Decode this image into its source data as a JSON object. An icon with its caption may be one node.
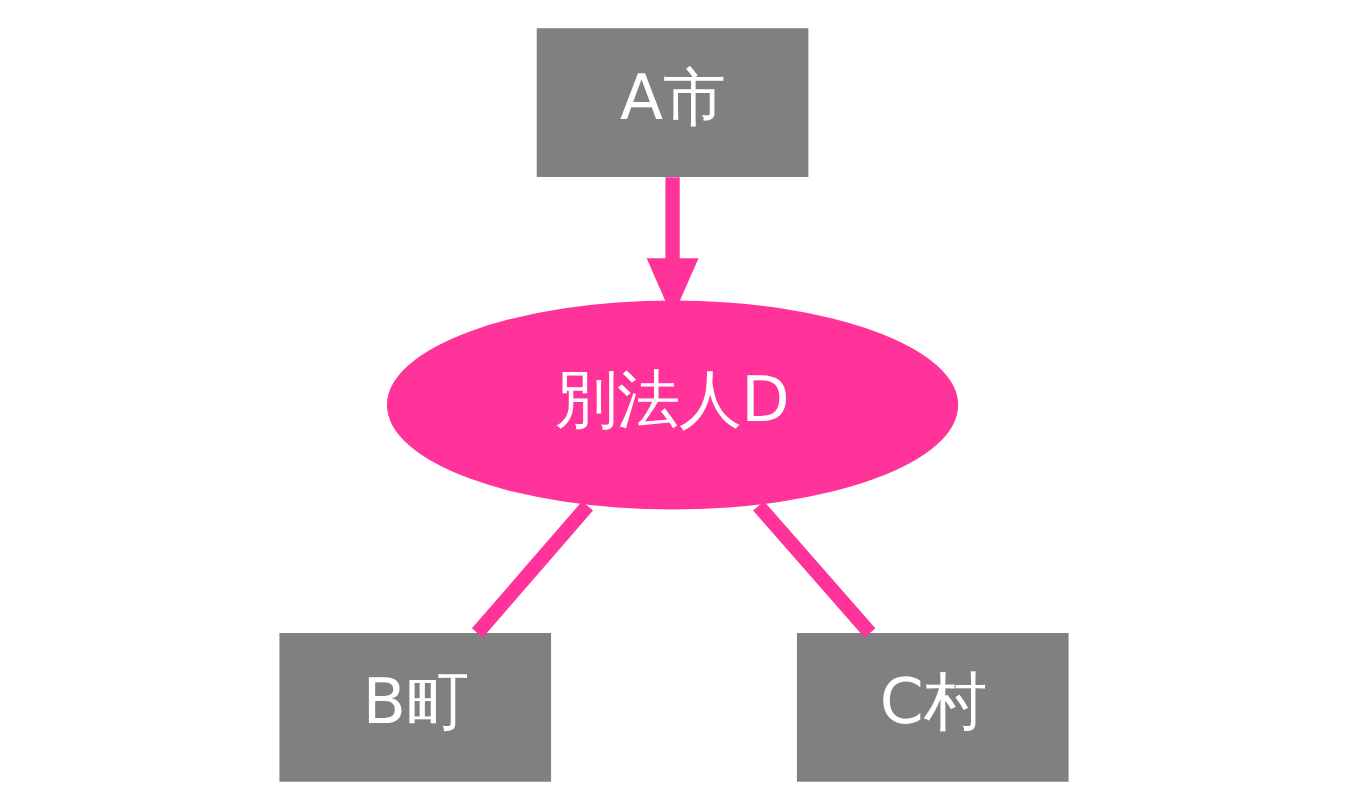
{
  "diagram": {
    "nodes": [
      {
        "text": [
          "A市"
        ]
      },
      {
        "text": [
          "別法人D"
        ]
      },
      {
        "text": [
          "B町"
        ]
      },
      {
        "text": [
          "C村"
        ]
      }
    ],
    "edges": [
      {
        "from": 0,
        "to": 1,
        "arrow": "to"
      },
      {
        "from": 2,
        "to": 1,
        "arrow": "none"
      },
      {
        "from": 3,
        "to": 1,
        "arrow": "none"
      }
    ]
  }
}
